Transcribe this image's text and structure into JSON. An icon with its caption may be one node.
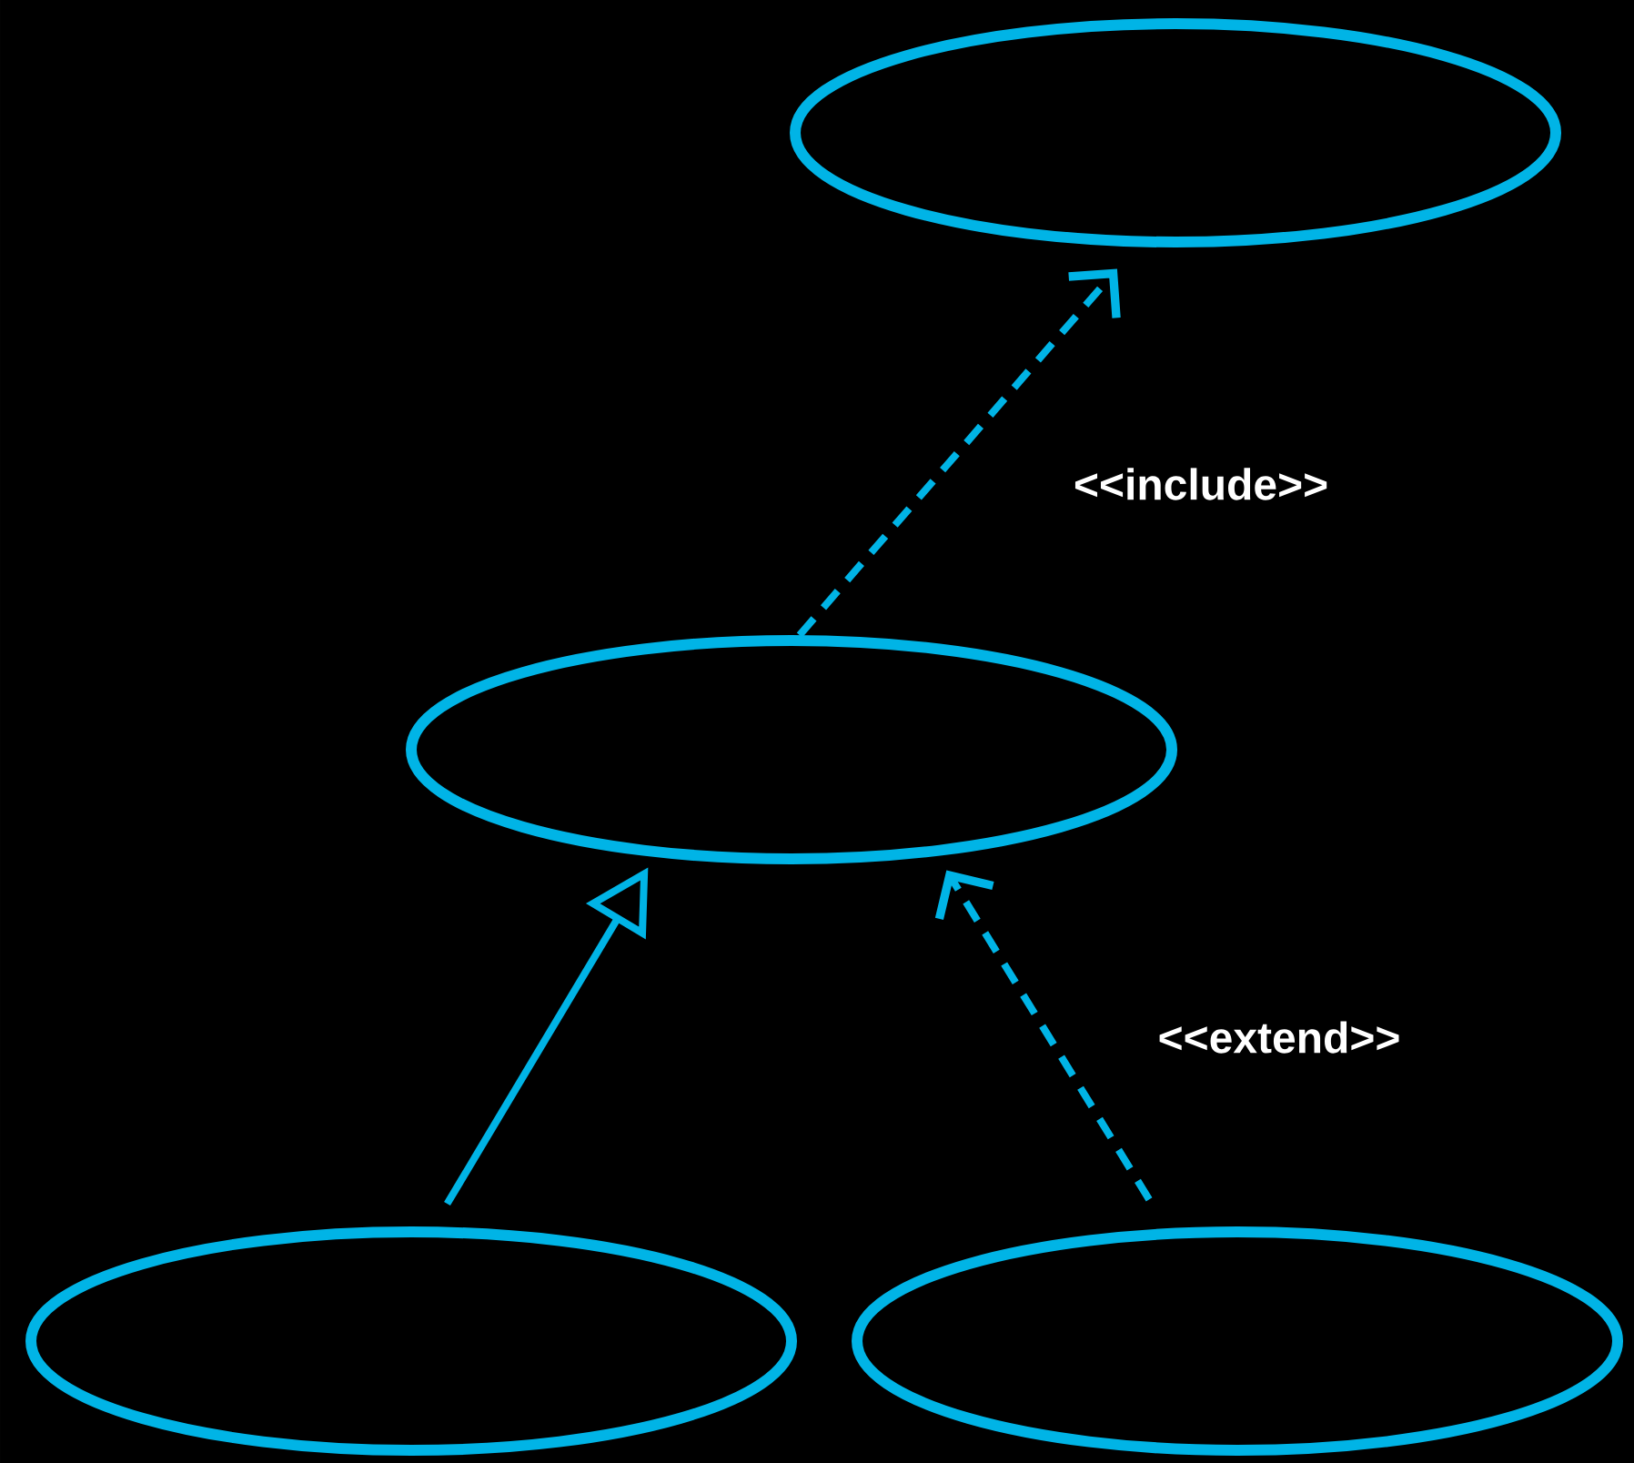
{
  "diagram": {
    "nodes": [
      {
        "text": [],
        "shape": "ellipse"
      },
      {
        "text": [],
        "shape": "ellipse"
      },
      {
        "text": [],
        "shape": "ellipse"
      },
      {
        "text": [],
        "shape": "ellipse"
      }
    ],
    "edges": [
      {
        "from": 1,
        "to": 0,
        "arrow": "to",
        "style": "dashed",
        "label": "<<include>>"
      },
      {
        "from": 2,
        "to": 1,
        "arrow": "to"
      },
      {
        "from": 3,
        "to": 1,
        "arrow": "to",
        "style": "dashed",
        "label": "<<extend>>"
      }
    ]
  }
}
